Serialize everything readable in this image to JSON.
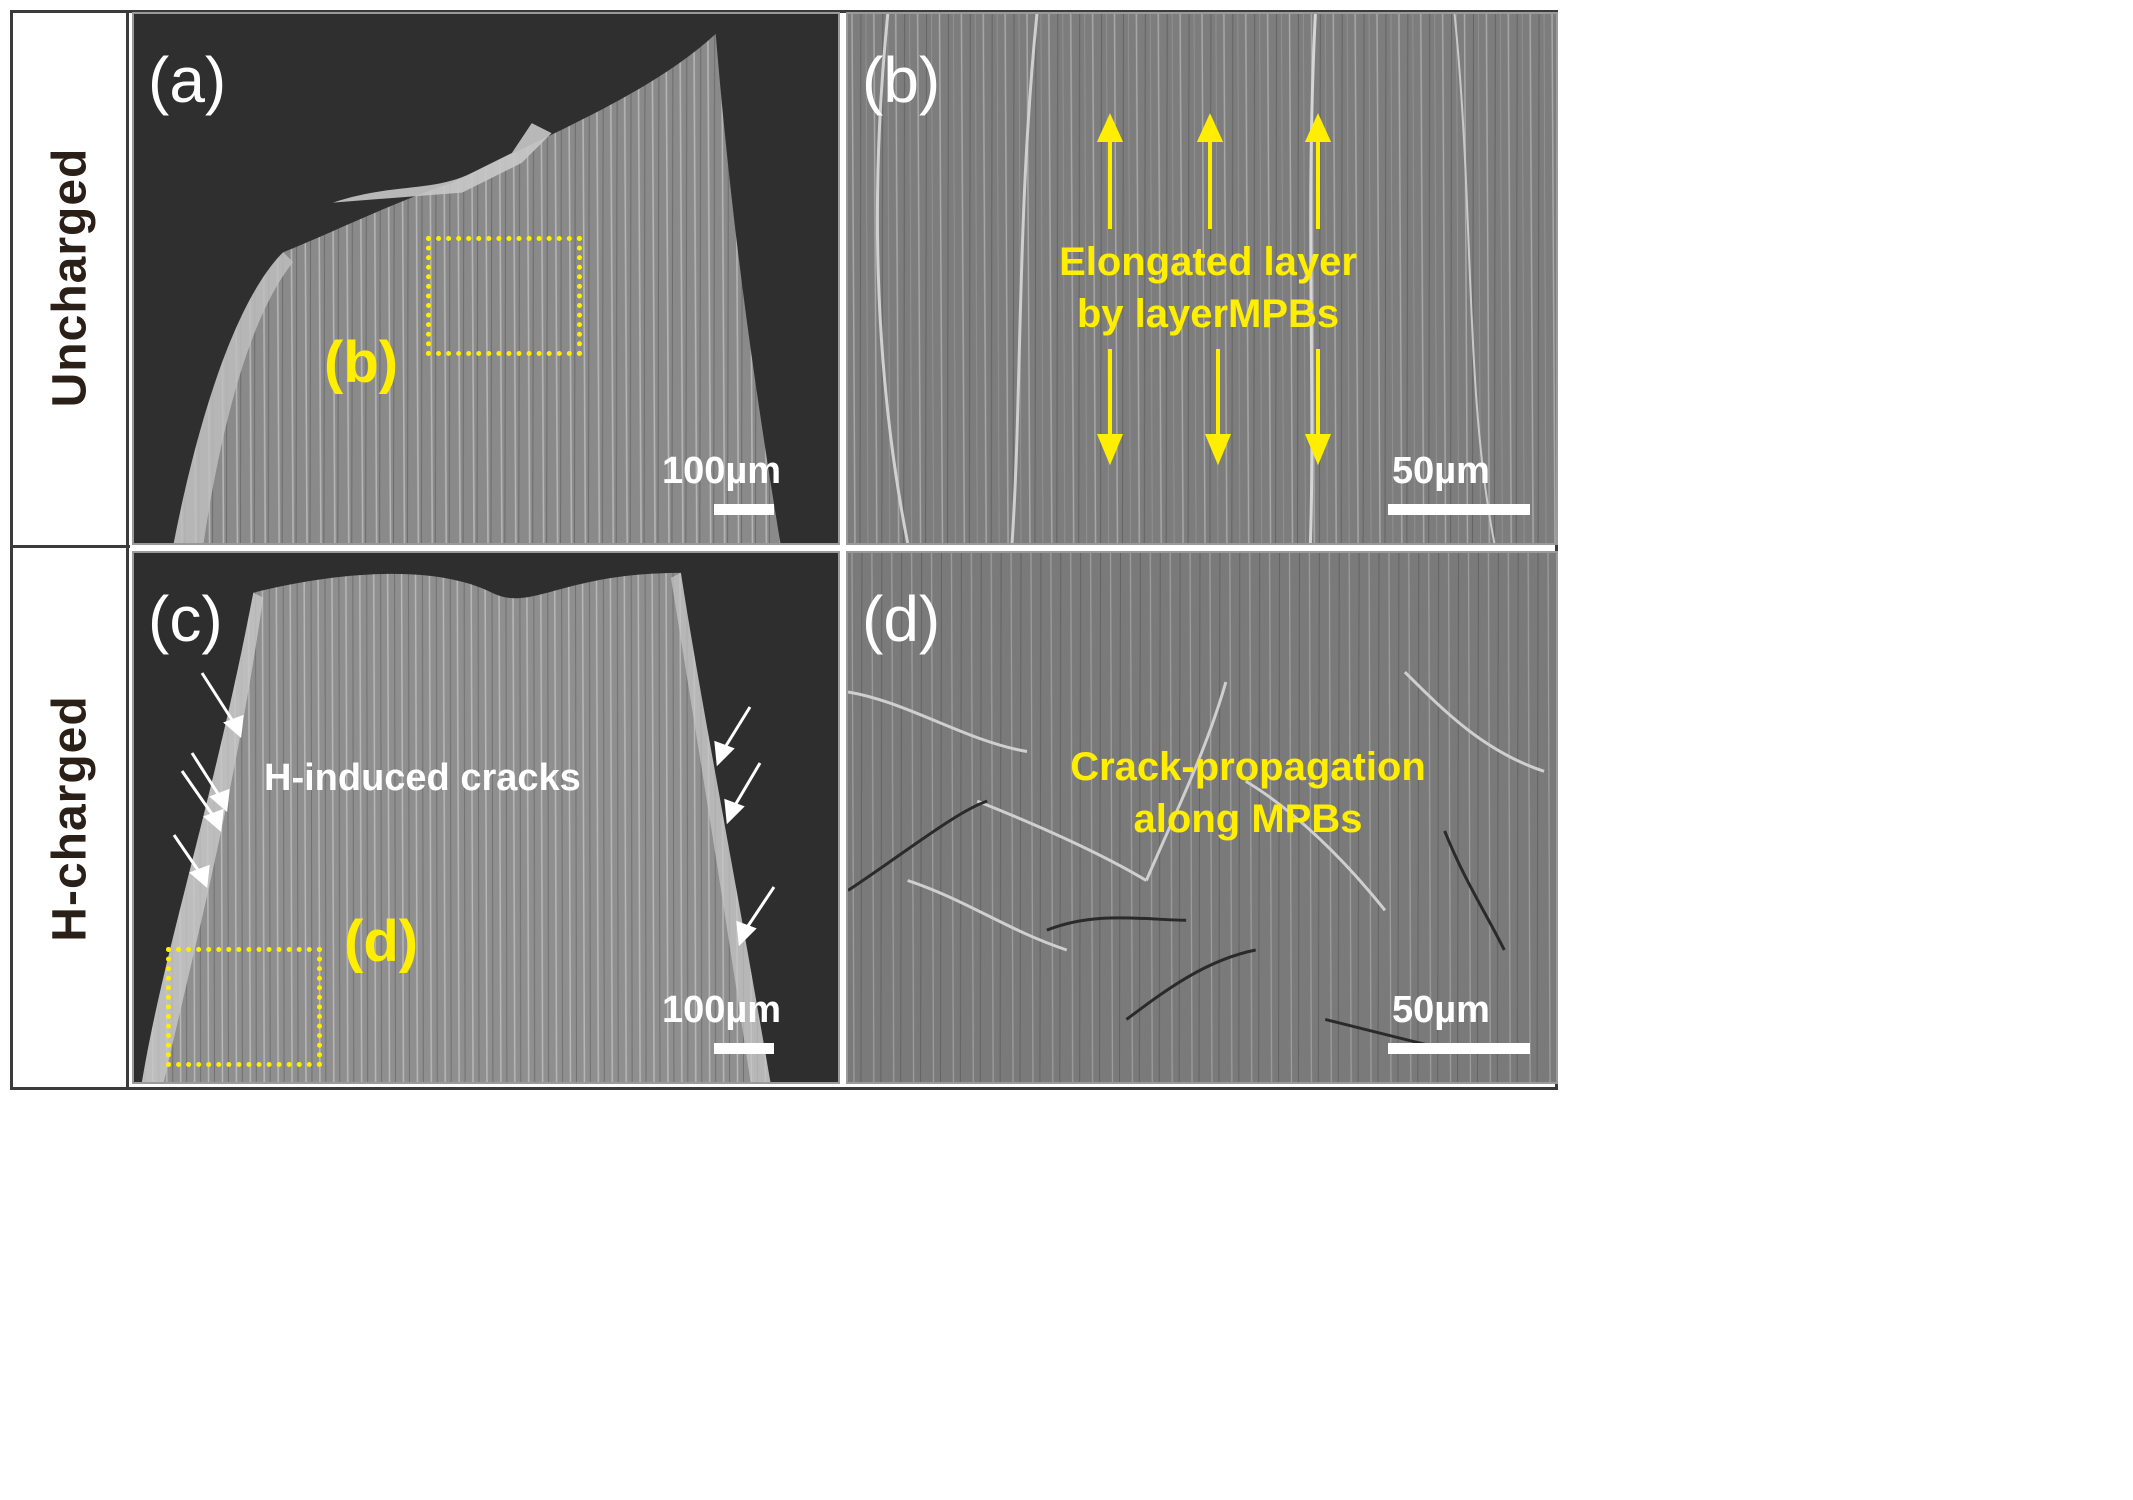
{
  "row_labels": {
    "top": "Uncharged",
    "bottom": "H-charged"
  },
  "panels": {
    "a": {
      "label": "(a)",
      "scale": "100µm",
      "inset_label": "(b)"
    },
    "b": {
      "label": "(b)",
      "scale": "50µm",
      "annotation_line1": "Elongated layer",
      "annotation_line2": "by layerMPBs"
    },
    "c": {
      "label": "(c)",
      "scale": "100µm",
      "inset_label": "(d)",
      "annotation": "H-induced cracks"
    },
    "d": {
      "label": "(d)",
      "scale": "50µm",
      "annotation_line1": "Crack-propagation",
      "annotation_line2": "along MPBs"
    }
  },
  "colors": {
    "annotation": "#ffee00",
    "text": "#ffffff",
    "row_label": "#2a2018"
  }
}
